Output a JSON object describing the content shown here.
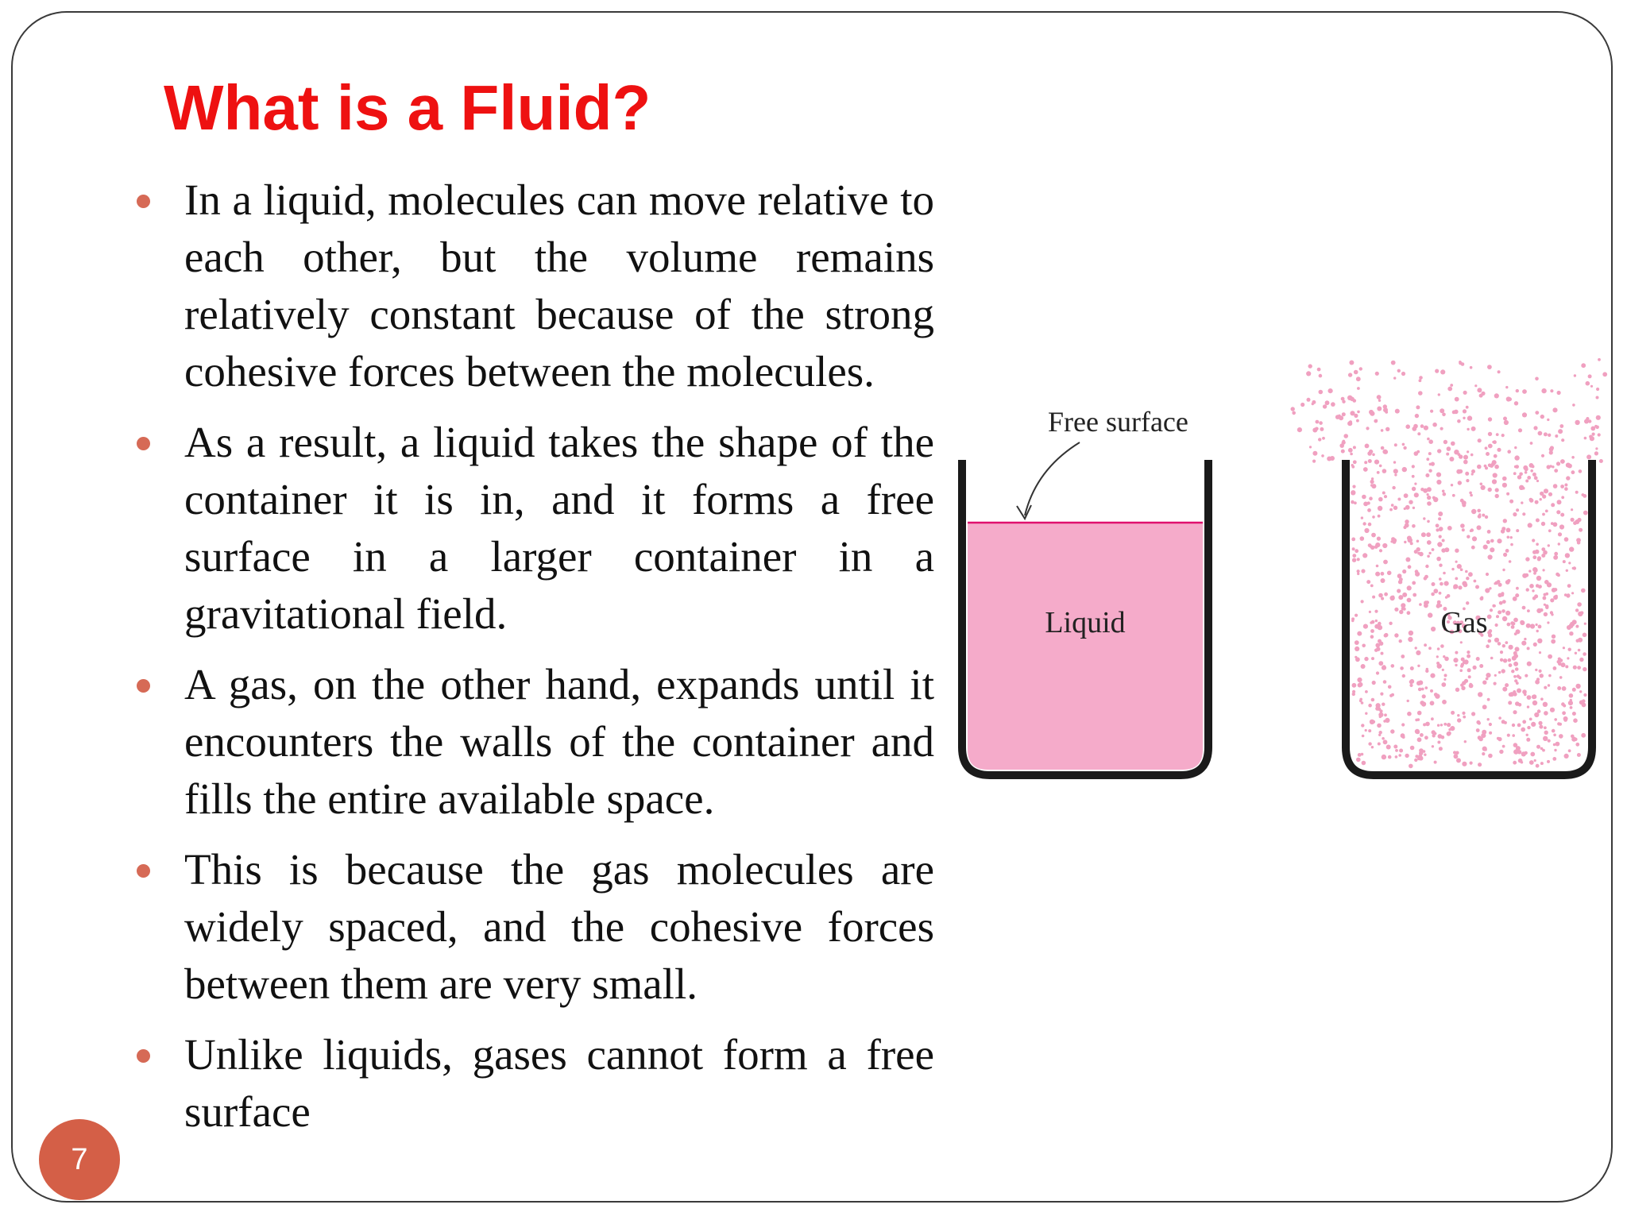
{
  "slide": {
    "title": "What is a Fluid?",
    "page_number": "7",
    "bullets": [
      "In a liquid, molecules can move relative to each other, but the volume remains relatively constant because of the strong cohesive forces between the molecules.",
      "As a result, a liquid takes the shape of the container it is in, and it forms a free surface in a larger container in a gravitational field.",
      "A gas, on the other hand, expands until it encounters the walls of the container and fills the entire available space.",
      "This is because the gas molecules are widely spaced, and the cohesive forces between them are very small.",
      "Unlike liquids, gases cannot form a free surface"
    ]
  },
  "figure": {
    "free_surface_label": "Free surface",
    "liquid_label": "Liquid",
    "gas_label": "Gas",
    "colors": {
      "liquid_fill": "#f5abca",
      "free_surface_line": "#e0106e",
      "gas_dot": "#f0a0c0",
      "container_wall": "#1a1a1a"
    }
  }
}
